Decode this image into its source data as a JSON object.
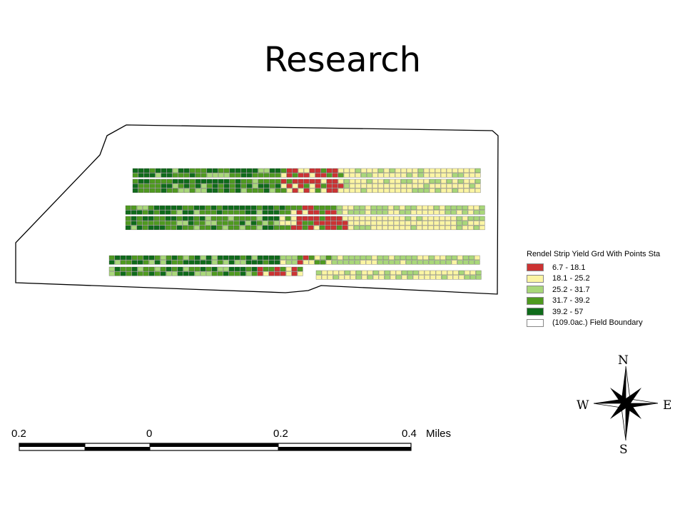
{
  "slide": {
    "title": "Research"
  },
  "legend": {
    "title": "Rendel Strip Yield Grd With Points Sta",
    "classes": [
      {
        "label": "6.7 - 18.1",
        "color": "#cc3333"
      },
      {
        "label": "18.1 - 25.2",
        "color": "#fbf5a4"
      },
      {
        "label": "25.2 - 31.7",
        "color": "#a9d77a"
      },
      {
        "label": "31.7 - 39.2",
        "color": "#4f9a20"
      },
      {
        "label": "39.2 - 57",
        "color": "#0f6b1a"
      },
      {
        "label": " (109.0ac.) Field Boundary",
        "color": "#ffffff"
      }
    ]
  },
  "compass": {
    "n": "N",
    "s": "S",
    "e": "E",
    "w": "W"
  },
  "scale_bar": {
    "labels": [
      "0.2",
      "0",
      "0.2",
      "0.4"
    ],
    "unit": "Miles"
  },
  "colors": {
    "boundary": "#000000",
    "scale_dark": "#000000",
    "scale_light": "#ffffff"
  }
}
